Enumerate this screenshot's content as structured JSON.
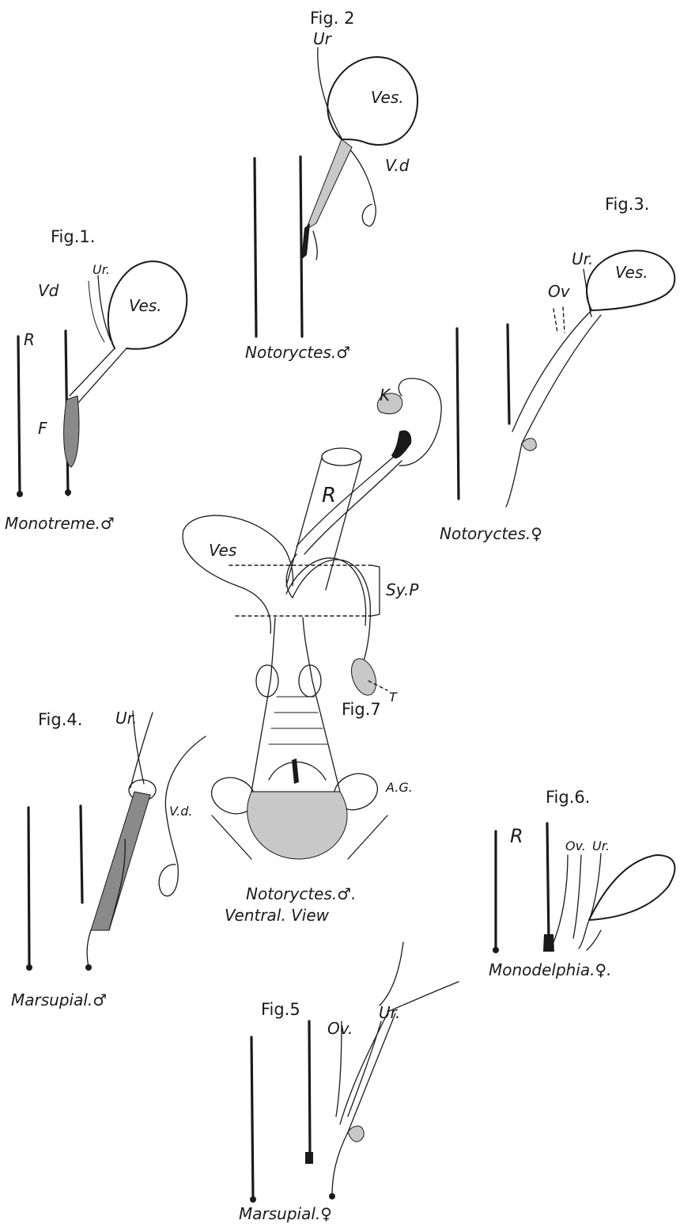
{
  "figures": {
    "fig1": {
      "label": "Fig.1.",
      "caption": "Monotreme.♂",
      "parts": {
        "vd": "Vd",
        "ur": "Ur.",
        "ves": "Ves.",
        "r": "R",
        "f": "F"
      }
    },
    "fig2": {
      "label": "Fig. 2",
      "caption": "Notoryctes.♂",
      "parts": {
        "ur": "Ur",
        "ves": "Ves.",
        "vd": "V.d"
      }
    },
    "fig3": {
      "label": "Fig.3.",
      "caption": "Notoryctes.♀",
      "parts": {
        "ov": "Ov",
        "ur": "Ur.",
        "ves": "Ves."
      }
    },
    "fig4": {
      "label": "Fig.4.",
      "caption": "Marsupial.♂",
      "parts": {
        "ur": "Ur.",
        "vd": "V.d."
      }
    },
    "fig5": {
      "label": "Fig.5",
      "caption": "Marsupial.♀",
      "parts": {
        "ur": "Ur.",
        "ov": "Ov."
      }
    },
    "fig6": {
      "label": "Fig.6.",
      "caption": "Monodelphia.♀.",
      "parts": {
        "r": "R",
        "ov": "Ov.",
        "ur": "Ur."
      }
    },
    "fig7": {
      "label": "Fig.7",
      "caption_line1": "Notoryctes.♂.",
      "caption_line2": "Ventral. View",
      "parts": {
        "k": "K",
        "r": "R",
        "ves": "Ves",
        "syp": "Sy.P",
        "t": "T",
        "ag": "A.G."
      }
    }
  }
}
